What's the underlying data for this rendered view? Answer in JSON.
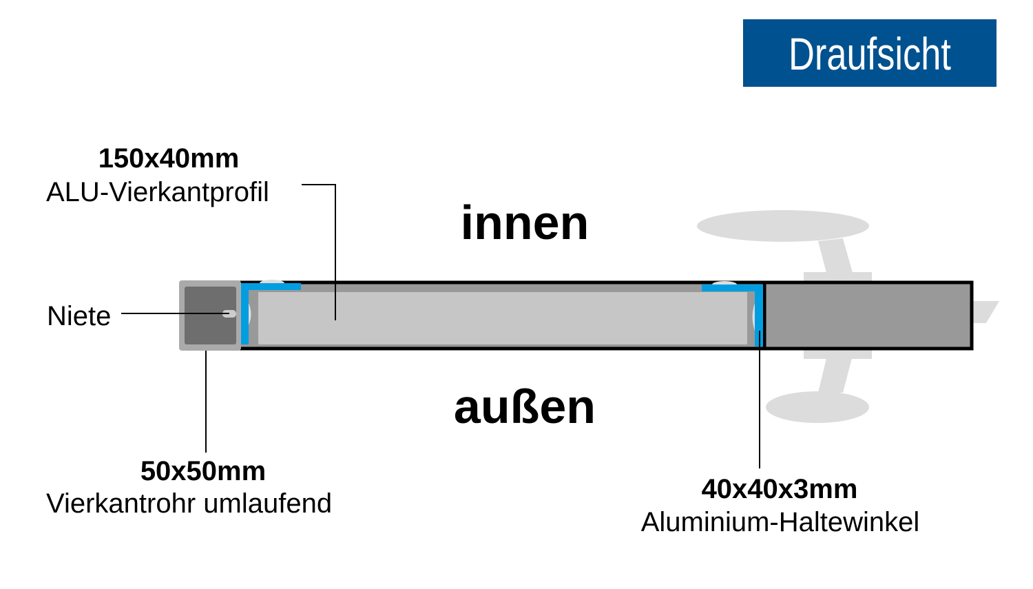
{
  "title_badge": {
    "label": "Draufsicht",
    "color": "#00518f"
  },
  "labels": {
    "profile_size": "150x40mm",
    "profile_name": "ALU-Vierkantprofil",
    "inside": "innen",
    "outside": "außen",
    "rivet": "Niete",
    "tube_size": "50x50mm",
    "tube_name": "Vierkantrohr umlaufend",
    "angle_size": "40x40x3mm",
    "angle_name": "Aluminium-Haltewinkel"
  },
  "colors": {
    "angle_blue": "#009ee0",
    "profile_gray": "#c6c6c6",
    "frame_gray": "#999999",
    "tube_dark": "#6e6e6e",
    "handle_gray": "#dcdcdc"
  }
}
